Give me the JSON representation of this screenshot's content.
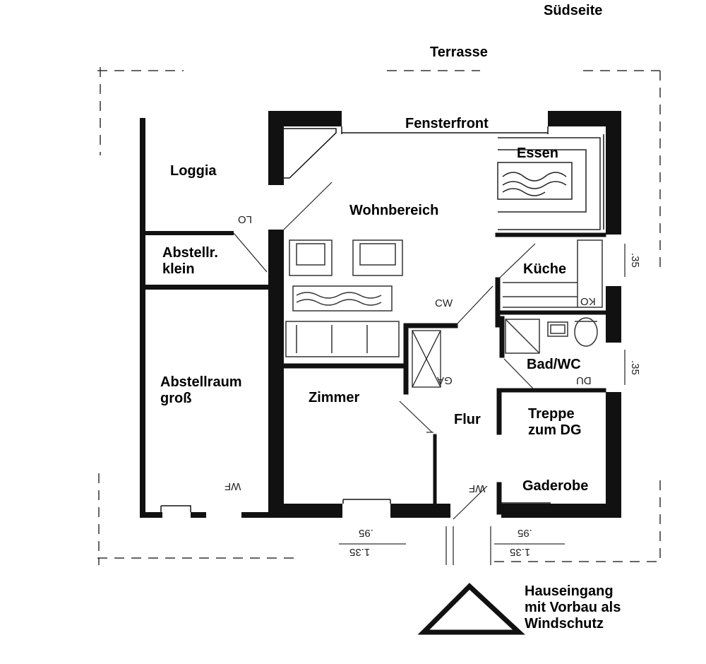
{
  "orientation_label": "Südseite",
  "terrace_label": "Terrasse",
  "rooms": {
    "fensterfront": "Fensterfront",
    "essen": "Essen",
    "loggia": "Loggia",
    "wohnbereich": "Wohnbereich",
    "abstell_klein_1": "Abstellr.",
    "abstell_klein_2": "klein",
    "kueche": "Küche",
    "bad": "Bad/WC",
    "abstell_gross_1": "Abstellraum",
    "abstell_gross_2": "groß",
    "zimmer": "Zimmer",
    "flur": "Flur",
    "treppe_1": "Treppe",
    "treppe_2": "zum DG",
    "gaderobe": "Gaderobe"
  },
  "fixtures": {
    "cw": "CW",
    "lo": "LO",
    "ga": "GA",
    "wf_left": "WF",
    "wf_right": "WF",
    "ko": "KO",
    "du": "DU"
  },
  "dimensions": {
    "left_95": ".95",
    "left_135": "1.35",
    "right_95": ".95",
    "right_135": "1.35",
    "upper_right_vertical": ".35",
    "lower_right_vertical": ".35"
  },
  "entrance": {
    "line1": "Hauseingang",
    "line2": "mit Vorbau als",
    "line3": "Windschutz"
  },
  "colors": {
    "ink": "#111111",
    "paper": "#ffffff",
    "gray": "#555555"
  }
}
